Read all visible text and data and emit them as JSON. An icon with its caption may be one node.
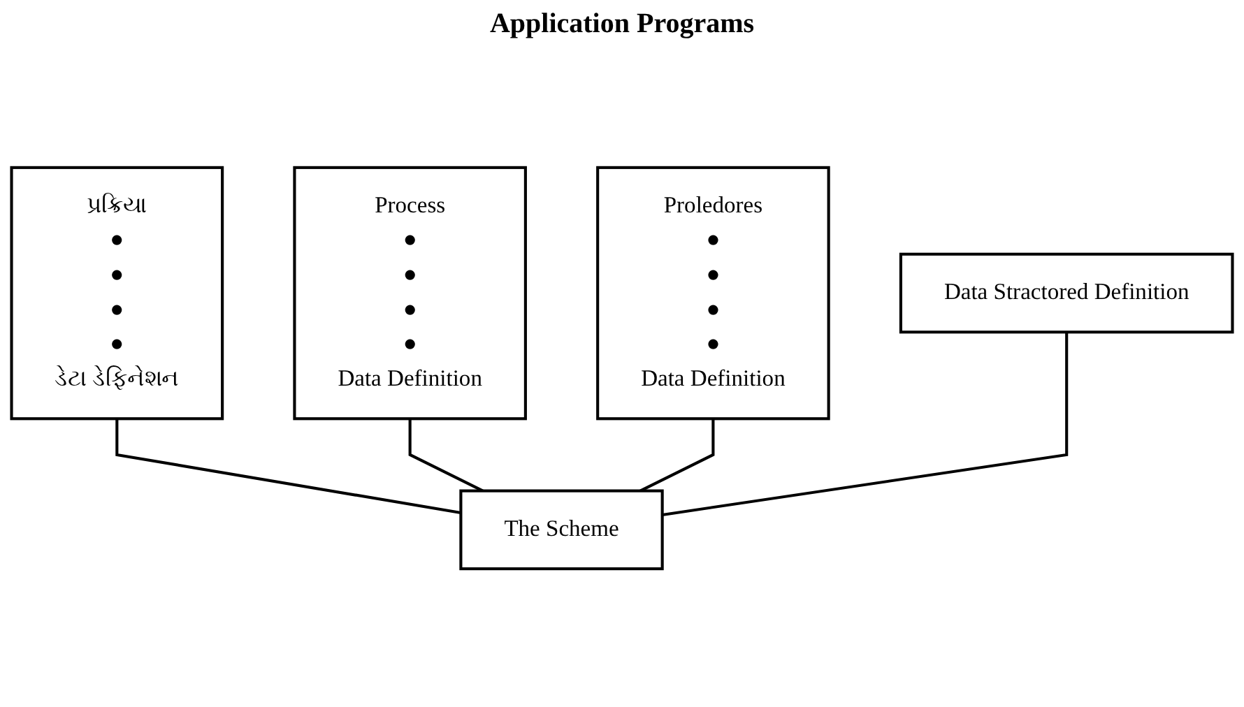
{
  "diagram": {
    "title": "Application Programs",
    "nodes": [
      {
        "text": [
          "પ્રક્રિયા",
          "●",
          "●",
          "●",
          "●",
          "ડેટા ડેફિનેશન"
        ]
      },
      {
        "text": [
          "Process",
          "●",
          "●",
          "●",
          "●",
          "Data Definition"
        ]
      },
      {
        "text": [
          "Proledores",
          "●",
          "●",
          "●",
          "●",
          "Data Definition"
        ]
      },
      {
        "text": [
          "Data Stractored Definition"
        ]
      },
      {
        "text": [
          "The Scheme"
        ]
      }
    ],
    "edges": [
      {
        "from": 0,
        "to": 4,
        "arrow": "none"
      },
      {
        "from": 1,
        "to": 4,
        "arrow": "none"
      },
      {
        "from": 2,
        "to": 4,
        "arrow": "none"
      },
      {
        "from": 3,
        "to": 4,
        "arrow": "none"
      }
    ]
  }
}
